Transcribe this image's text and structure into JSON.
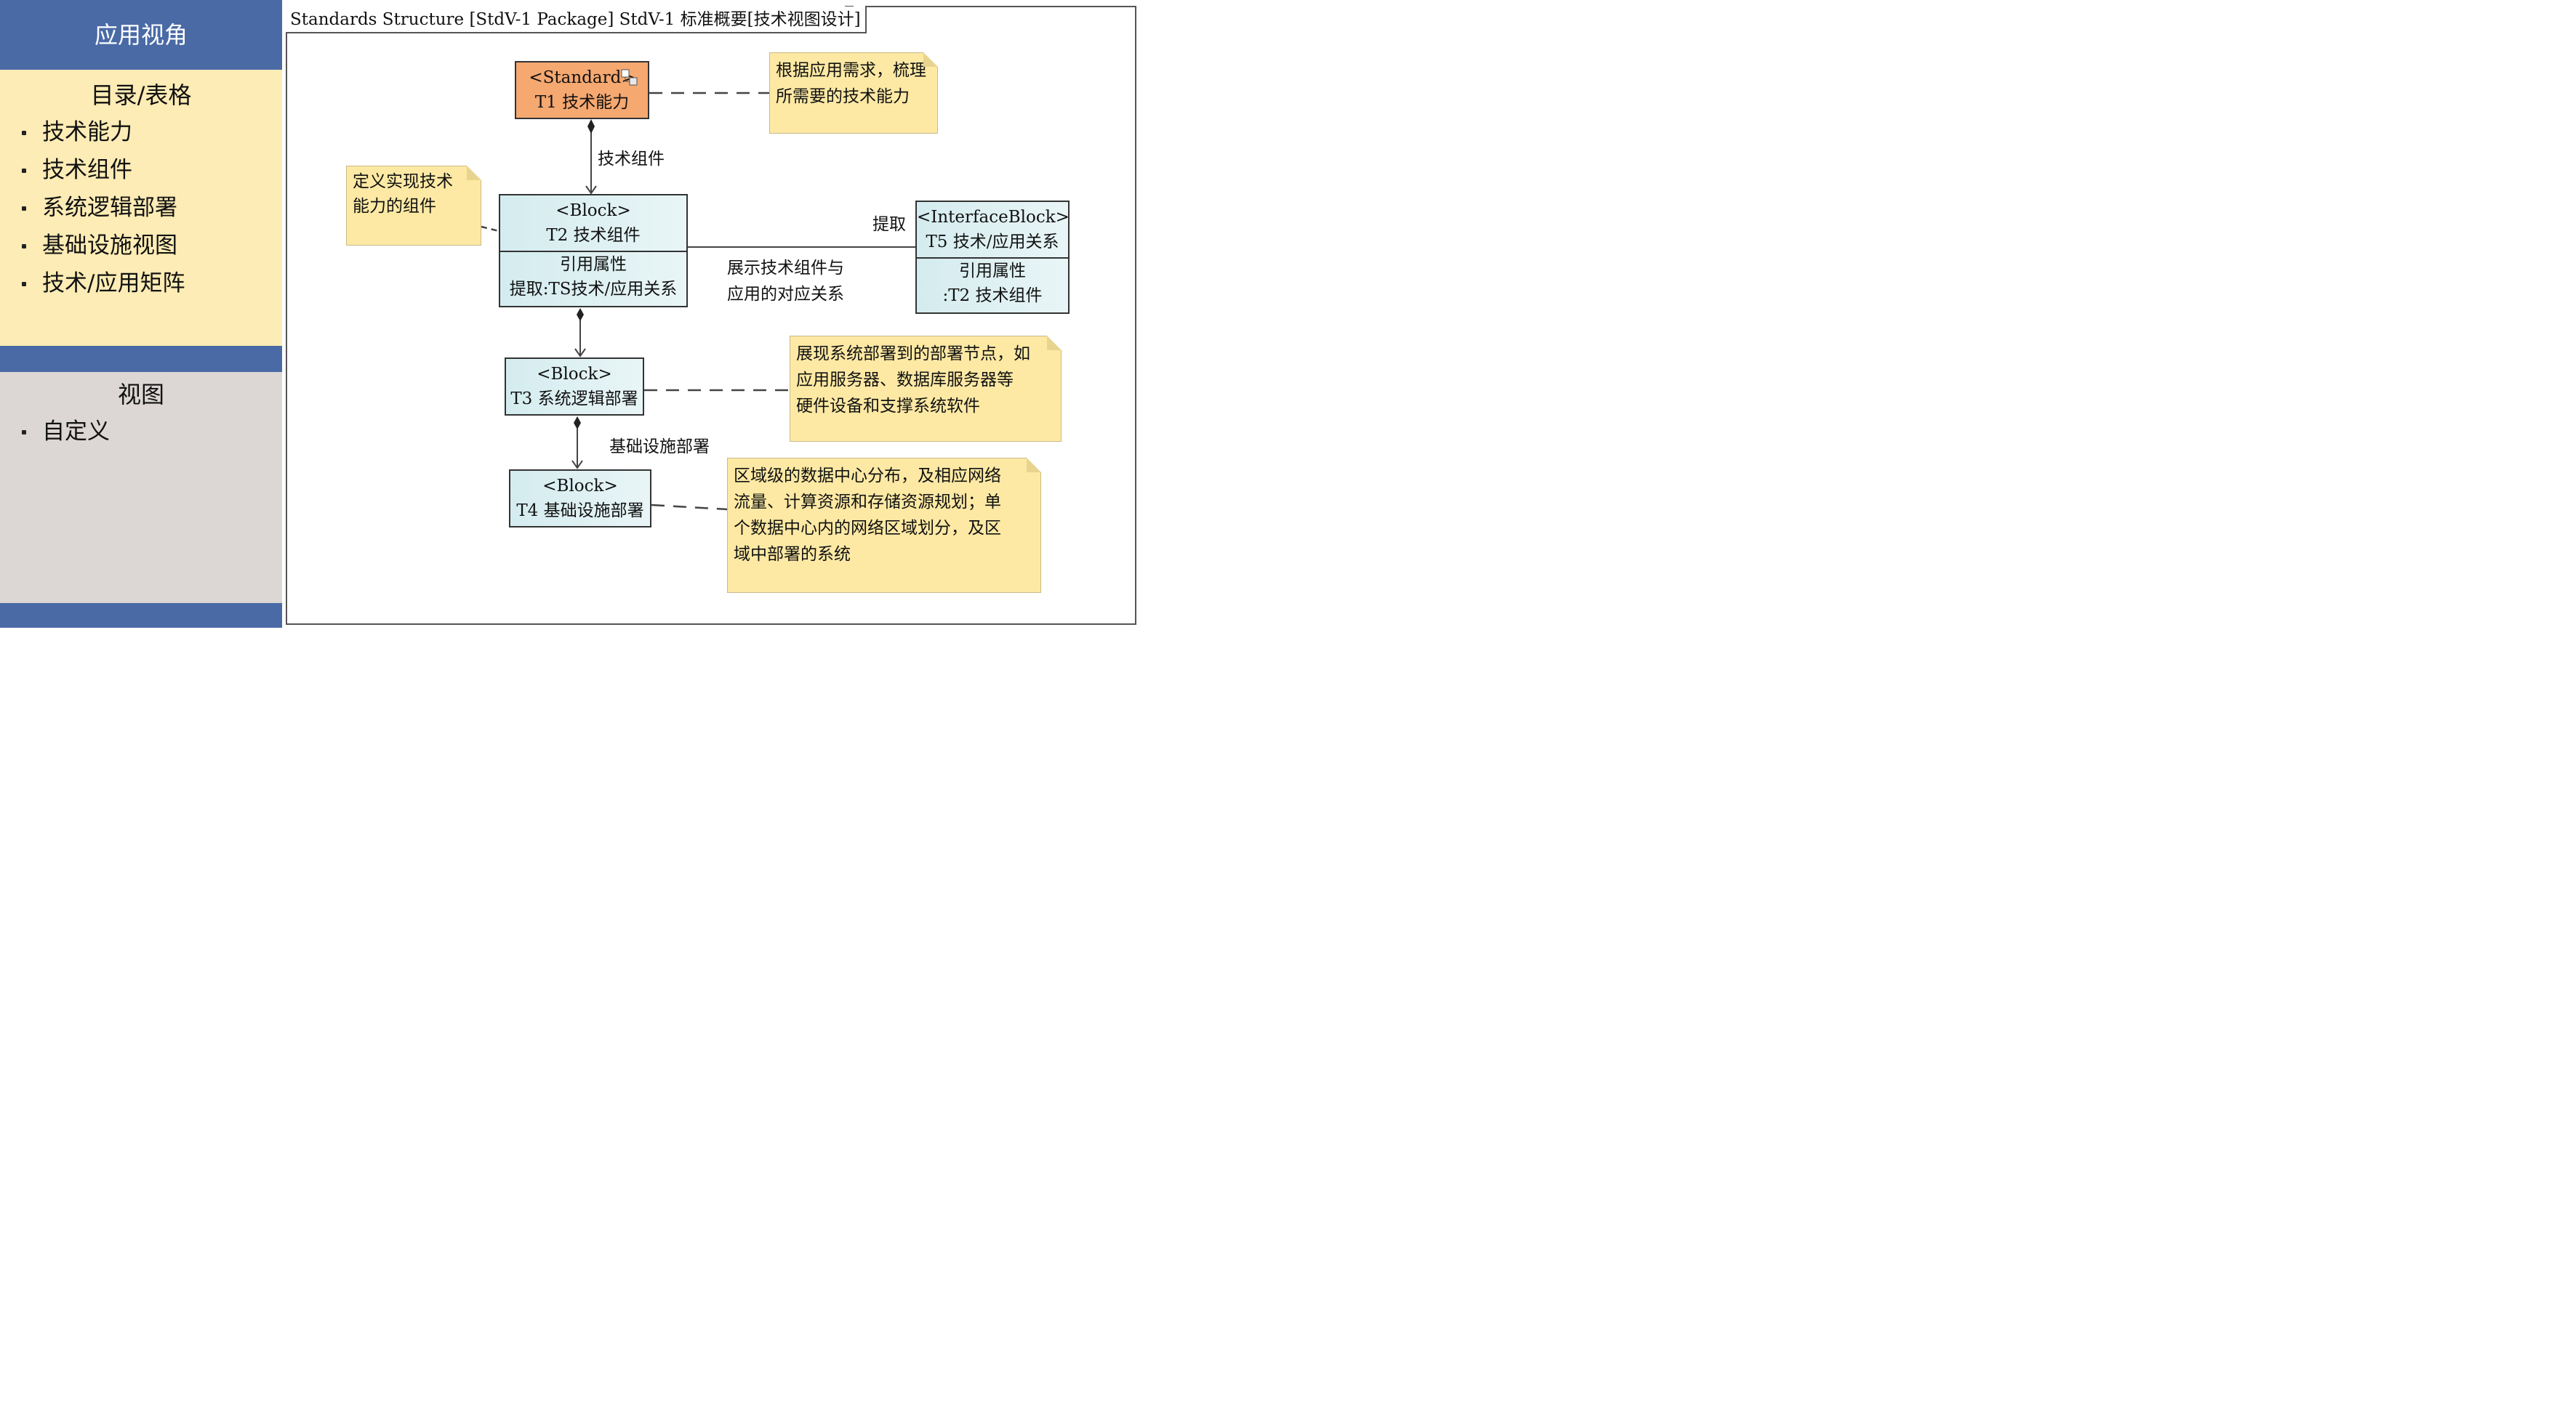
{
  "sidebar": {
    "title": "应用视角",
    "catalog_heading": "目录/表格",
    "catalog_items": [
      "技术能力",
      "技术组件",
      "系统逻辑部署",
      "基础设施视图",
      "技术/应用矩阵"
    ],
    "view_heading": "视图",
    "view_items": [
      "自定义"
    ]
  },
  "diagram": {
    "frame_title": "Standards Structure [StdV-1 Package] StdV-1 标准概要[技术视图设计]",
    "t1": {
      "stereotype": "<Standard>",
      "name": "T1 技术能力"
    },
    "t2": {
      "stereotype": "<Block>",
      "name": "T2 技术组件",
      "section_title": "引用属性",
      "property": "提取:TS技术/应用关系"
    },
    "t3": {
      "stereotype": "<Block>",
      "name": "T3 系统逻辑部署"
    },
    "t4": {
      "stereotype": "<Block>",
      "name": "T4 基础设施部署"
    },
    "t5": {
      "stereotype": "<InterfaceBlock>",
      "name": "T5 技术/应用关系",
      "section_title": "引用属性",
      "property": ":T2 技术组件"
    },
    "edge_labels": {
      "t1_t2": "技术组件",
      "t2_t5_role": "提取",
      "t2_t5_line1": "展示技术组件与",
      "t2_t5_line2": "应用的对应关系",
      "t3_t4": "基础设施部署"
    },
    "notes": {
      "t1": [
        "根据应用需求，梳理",
        "所需要的技术能力"
      ],
      "t2": [
        "定义实现技术",
        "能力的组件"
      ],
      "t3": [
        "展现系统部署到的部署节点，如",
        "应用服务器、数据库服务器等",
        "硬件设备和支撑系统软件"
      ],
      "t4": [
        "区域级的数据中心分布，及相应网络",
        "流量、计算资源和存储资源规划；单",
        "个数据中心内的网络区域划分，及区",
        "域中部署的系统"
      ]
    }
  },
  "colors": {
    "sidebar_blue": "#4a6aa6",
    "catalog_bg": "#fdecb5",
    "view_bg": "#dcd7d4",
    "standard_fill": "#f5a870",
    "block_fill": "#d4ecef",
    "note_fill": "#fde9a4"
  }
}
